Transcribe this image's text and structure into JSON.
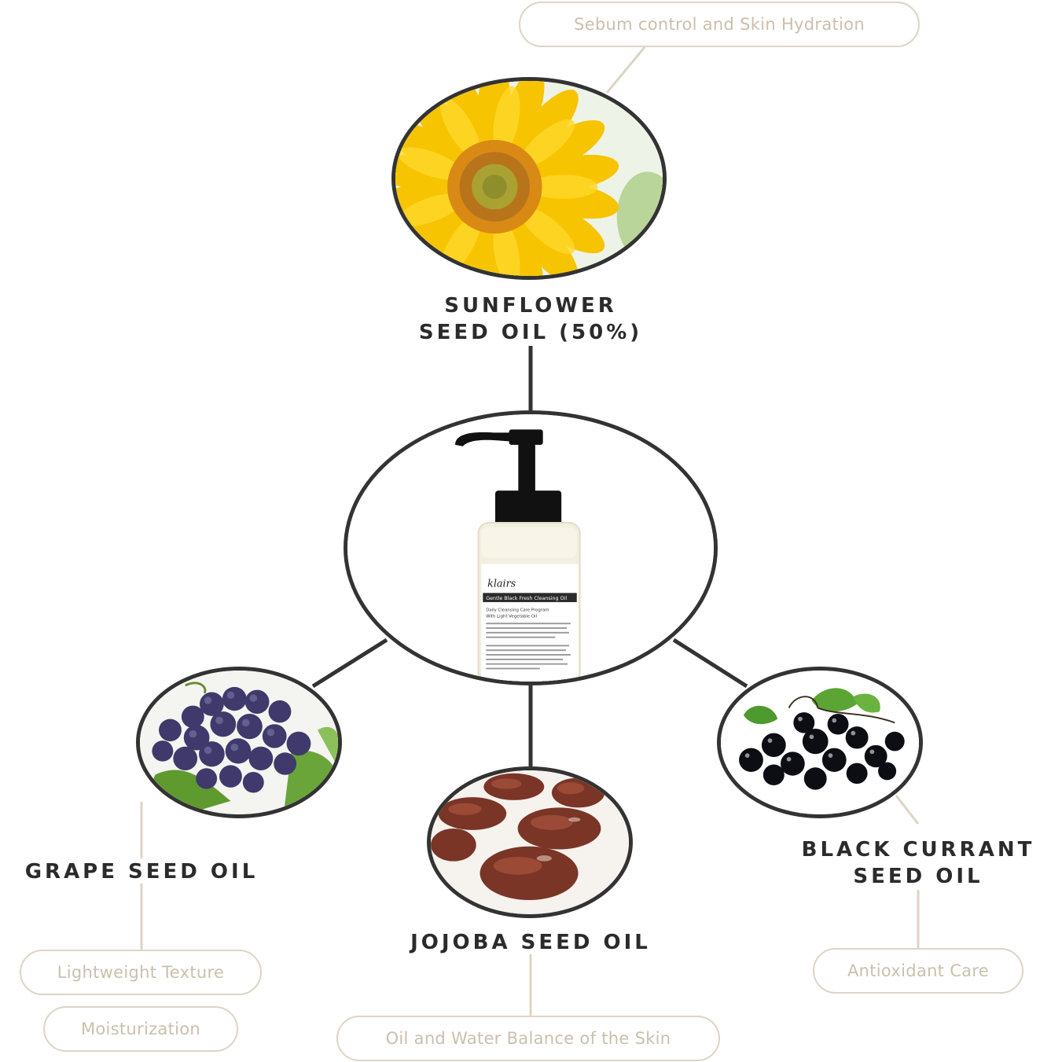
{
  "ingredients": {
    "sunflower": {
      "name_line1": "SUNFLOWER",
      "name_line2": "SEED OIL (50%)",
      "benefit": "Sebum control and Skin Hydration"
    },
    "grape": {
      "name": "GRAPE SEED OIL",
      "benefit_1": "Lightweight Texture",
      "benefit_2": "Moisturization"
    },
    "jojoba": {
      "name": "JOJOBA SEED OIL",
      "benefit": "Oil and Water Balance of the Skin"
    },
    "currant": {
      "name_line1": "BLACK CURRANT",
      "name_line2": "SEED OIL",
      "benefit": "Antioxidant Care"
    }
  },
  "product": {
    "brand": "klairs",
    "product_name": "Gentle Black Fresh Cleansing Oil",
    "label_line1": "Daily Cleansing Care Program",
    "label_line2": "With Light Vegetable Oil"
  },
  "colors": {
    "pill_border": "#ddd4c6",
    "pill_text": "#cbbfae",
    "connector": "#333333",
    "heading": "#2b2b2b"
  }
}
